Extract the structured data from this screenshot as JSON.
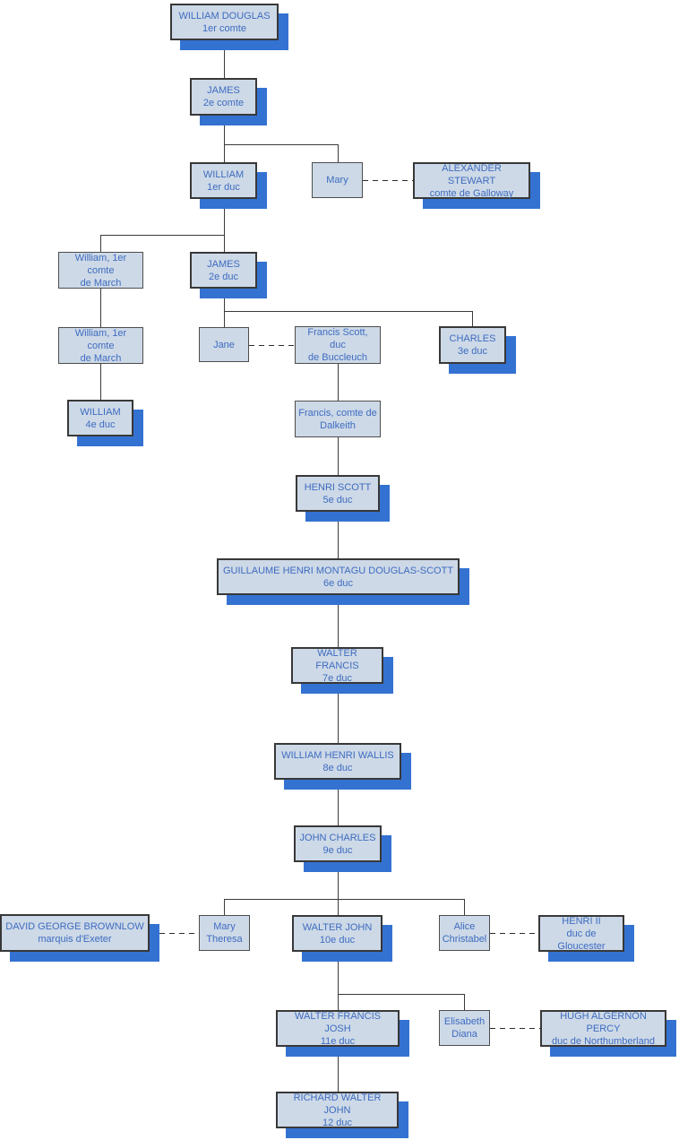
{
  "diagram": {
    "kind": "family-tree",
    "colors": {
      "box_fill": "#cdd9e7",
      "box_border_major": "#383838",
      "box_border_minor": "#4d4d4d",
      "shadow_blue": "#3472d2",
      "text_blue": "#3e6cc0",
      "line": "#3a3a3a",
      "background": "#ffffff"
    }
  },
  "nodes": [
    {
      "id": "william-douglas-1er-comte",
      "line1": "WILLIAM DOUGLAS",
      "line2": "1er comte"
    },
    {
      "id": "james-2e-comte",
      "line1": "JAMES",
      "line2": "2e comte"
    },
    {
      "id": "william-1er-duc",
      "line1": "WILLIAM",
      "line2": "1er duc"
    },
    {
      "id": "mary",
      "line1": "Mary"
    },
    {
      "id": "alexander-stewart",
      "line1": "ALEXANDER STEWART",
      "line2": "comte de Galloway"
    },
    {
      "id": "william-1er-comte-de-march-a",
      "line1": "William, 1er comte",
      "line2": "de March"
    },
    {
      "id": "james-2e-duc",
      "line1": "JAMES",
      "line2": "2e duc"
    },
    {
      "id": "william-1er-comte-de-march-b",
      "line1": "William, 1er comte",
      "line2": "de March"
    },
    {
      "id": "jane",
      "line1": "Jane"
    },
    {
      "id": "francis-scott-duc-de-buccleuch",
      "line1": "Francis Scott, duc",
      "line2": "de Buccleuch"
    },
    {
      "id": "charles-3e-duc",
      "line1": "CHARLES",
      "line2": "3e duc"
    },
    {
      "id": "william-4e-duc",
      "line1": "WILLIAM",
      "line2": "4e duc"
    },
    {
      "id": "francis-comte-de-dalkeith",
      "line1": "Francis, comte de",
      "line2": "Dalkeith"
    },
    {
      "id": "henri-scott-5e-duc",
      "line1": "HENRI SCOTT",
      "line2": "5e duc"
    },
    {
      "id": "guillaume-henri-6e-duc",
      "line1": "GUILLAUME HENRI MONTAGU DOUGLAS-SCOTT",
      "line2": "6e duc"
    },
    {
      "id": "walter-francis-7e-duc",
      "line1": "WALTER FRANCIS",
      "line2": "7e duc"
    },
    {
      "id": "william-henri-wallis-8e-duc",
      "line1": "WILLIAM HENRI WALLIS",
      "line2": "8e duc"
    },
    {
      "id": "john-charles-9e-duc",
      "line1": "JOHN CHARLES",
      "line2": "9e duc"
    },
    {
      "id": "david-george-brownlow",
      "line1": "DAVID GEORGE BROWNLOW",
      "line2": "marquis d'Exeter"
    },
    {
      "id": "mary-theresa",
      "line1": "Mary",
      "line2": "Theresa"
    },
    {
      "id": "walter-john-10e-duc",
      "line1": "WALTER JOHN",
      "line2": "10e duc"
    },
    {
      "id": "alice-christabel",
      "line1": "Alice",
      "line2": "Christabel"
    },
    {
      "id": "henri-ii-duc-de-gloucester",
      "line1": "HENRI II",
      "line2": "duc de Gloucester"
    },
    {
      "id": "walter-francis-josh-11e-duc",
      "line1": "WALTER FRANCIS JOSH",
      "line2": "11e duc"
    },
    {
      "id": "elisabeth-diana",
      "line1": "Elisabeth",
      "line2": "Diana"
    },
    {
      "id": "hugh-algernon-percy",
      "line1": "HUGH ALGERNON PERCY",
      "line2": "duc de Northumberland"
    },
    {
      "id": "richard-walter-john-12-duc",
      "line1": "RICHARD WALTER JOHN",
      "line2": "12 duc"
    }
  ]
}
